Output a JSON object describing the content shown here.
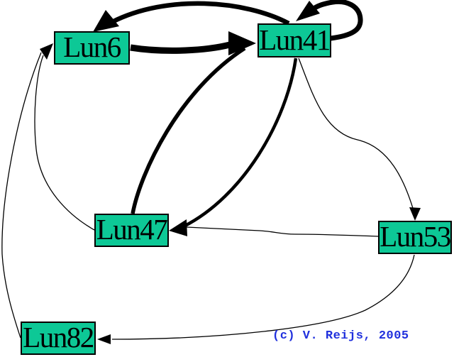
{
  "diagram": {
    "type": "directed-graph",
    "nodes": [
      {
        "id": "lun6",
        "label": "Lun6"
      },
      {
        "id": "lun41",
        "label": "Lun41"
      },
      {
        "id": "lun47",
        "label": "Lun47"
      },
      {
        "id": "lun53",
        "label": "Lun53"
      },
      {
        "id": "lun82",
        "label": "Lun82"
      }
    ],
    "edges": [
      {
        "from": "Lun6",
        "to": "Lun41",
        "weight": "very-heavy"
      },
      {
        "from": "Lun41",
        "to": "Lun6",
        "weight": "heavy"
      },
      {
        "from": "Lun41",
        "to": "Lun41",
        "weight": "heavy",
        "self_loop": true
      },
      {
        "from": "Lun47",
        "to": "Lun41",
        "weight": "medium"
      },
      {
        "from": "Lun41",
        "to": "Lun47",
        "weight": "medium"
      },
      {
        "from": "Lun41",
        "to": "Lun53",
        "weight": "thin"
      },
      {
        "from": "Lun53",
        "to": "Lun47",
        "weight": "thin"
      },
      {
        "from": "Lun47",
        "to": "Lun6",
        "weight": "thin"
      },
      {
        "from": "Lun82",
        "to": "Lun6",
        "weight": "thin"
      },
      {
        "from": "Lun53",
        "to": "Lun82",
        "weight": "thin"
      }
    ]
  },
  "footer": {
    "copyright": "(c) V. Reijs, 2005"
  },
  "style": {
    "background": "#ffffff",
    "node_fill": "#0dc896",
    "node_border": "#000000",
    "edge_color": "#000000",
    "copyright_color": "#2030dd"
  }
}
